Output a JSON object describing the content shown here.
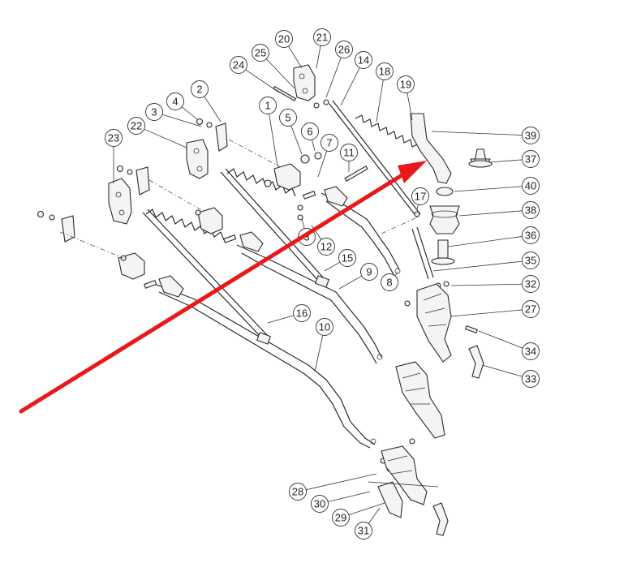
{
  "diagram": {
    "type": "exploded-parts-view",
    "callouts": [
      {
        "label": "1"
      },
      {
        "label": "2"
      },
      {
        "label": "3"
      },
      {
        "label": "4"
      },
      {
        "label": "5"
      },
      {
        "label": "6"
      },
      {
        "label": "7"
      },
      {
        "label": "8"
      },
      {
        "label": "9"
      },
      {
        "label": "10"
      },
      {
        "label": "11"
      },
      {
        "label": "12"
      },
      {
        "label": "3"
      },
      {
        "label": "14"
      },
      {
        "label": "15"
      },
      {
        "label": "16"
      },
      {
        "label": "17"
      },
      {
        "label": "18"
      },
      {
        "label": "19"
      },
      {
        "label": "20"
      },
      {
        "label": "21"
      },
      {
        "label": "22"
      },
      {
        "label": "23"
      },
      {
        "label": "24"
      },
      {
        "label": "25"
      },
      {
        "label": "26"
      },
      {
        "label": "27"
      },
      {
        "label": "28"
      },
      {
        "label": "29"
      },
      {
        "label": "30"
      },
      {
        "label": "31"
      },
      {
        "label": "32"
      },
      {
        "label": "33"
      },
      {
        "label": "34"
      },
      {
        "label": "35"
      },
      {
        "label": "36"
      },
      {
        "label": "37"
      },
      {
        "label": "38"
      },
      {
        "label": "39"
      },
      {
        "label": "40"
      }
    ],
    "arrow_color": "#e8191c"
  }
}
